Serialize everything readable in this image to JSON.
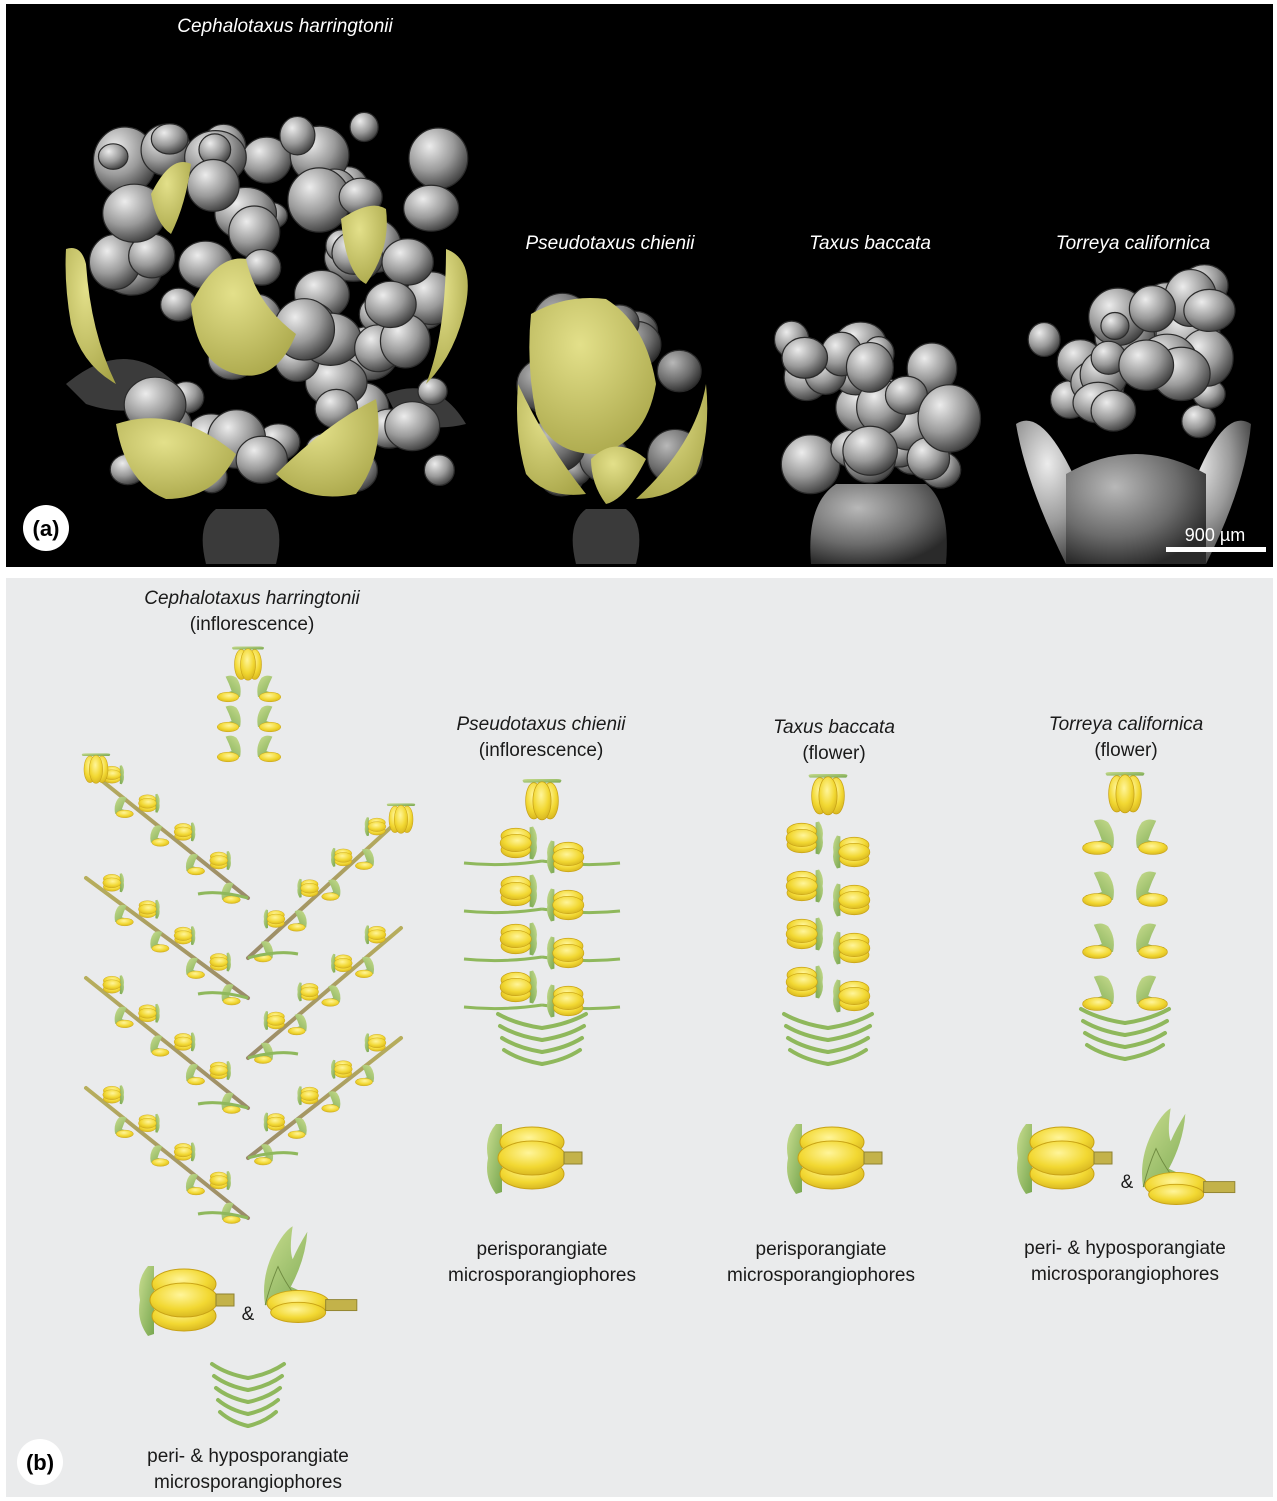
{
  "panel_a": {
    "letter": "(a)",
    "labels": {
      "cephalotaxus": "Cephalotaxus harringtonii",
      "pseudotaxus": "Pseudotaxus chienii",
      "taxus": "Taxus baccata",
      "torreya": "Torreya californica"
    },
    "scale_bar": "900 µm"
  },
  "panel_b": {
    "letter": "(b)",
    "cephalotaxus": {
      "name": "Cephalotaxus harringtonii",
      "type": "(inflorescence)",
      "caption_line1": "peri- & hyposporangiate",
      "caption_line2": "microsporangiophores",
      "amp": "&"
    },
    "pseudotaxus": {
      "name": "Pseudotaxus chienii",
      "type": "(inflorescence)",
      "caption_line1": "perisporangiate",
      "caption_line2": "microsporangiophores"
    },
    "taxus": {
      "name": "Taxus baccata",
      "type": "(flower)",
      "caption_line1": "perisporangiate",
      "caption_line2": "microsporangiophores"
    },
    "torreya": {
      "name": "Torreya californica",
      "type": "(flower)",
      "caption_line1": "peri- & hyposporangiate",
      "caption_line2": "microsporangiophores",
      "amp": "&"
    }
  },
  "colors": {
    "bract_yellow": "#d8d46a",
    "sporangia": "#f3dc3c",
    "stem": "#b5a85a",
    "leaf_green": "#9fc26a",
    "background_b": "#eaebec"
  }
}
